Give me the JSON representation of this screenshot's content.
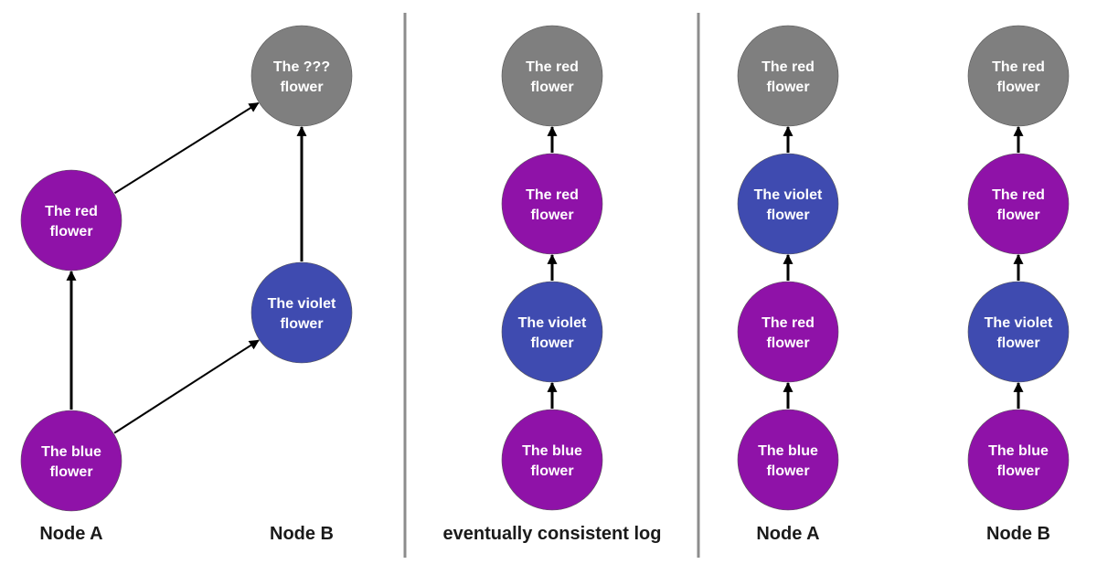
{
  "colors": {
    "gray": "#7f7f7f",
    "purple": "#8f12a8",
    "blue": "#3f4bb0",
    "edge": "#000000",
    "divider": "#8c8c8c"
  },
  "panels": [
    {
      "nodes": {
        "a_blue": {
          "lines": [
            "The blue",
            "flower"
          ],
          "color": "purple"
        },
        "a_red": {
          "lines": [
            "The red",
            "flower"
          ],
          "color": "purple"
        },
        "b_violet": {
          "lines": [
            "The violet",
            "flower"
          ],
          "color": "blue"
        },
        "b_unknown": {
          "lines": [
            "The ???",
            "flower"
          ],
          "color": "gray"
        }
      },
      "captions": [
        "Node A",
        "Node B"
      ]
    },
    {
      "nodes": {
        "log_red_top": {
          "lines": [
            "The red",
            "flower"
          ],
          "color": "gray"
        },
        "log_red": {
          "lines": [
            "The red",
            "flower"
          ],
          "color": "purple"
        },
        "log_violet": {
          "lines": [
            "The violet",
            "flower"
          ],
          "color": "blue"
        },
        "log_blue": {
          "lines": [
            "The blue",
            "flower"
          ],
          "color": "purple"
        }
      },
      "captions": [
        "eventually consistent log"
      ]
    },
    {
      "nodes": {
        "na_red_top": {
          "lines": [
            "The red",
            "flower"
          ],
          "color": "gray"
        },
        "na_violet": {
          "lines": [
            "The violet",
            "flower"
          ],
          "color": "blue"
        },
        "na_red": {
          "lines": [
            "The red",
            "flower"
          ],
          "color": "purple"
        },
        "na_blue": {
          "lines": [
            "The blue",
            "flower"
          ],
          "color": "purple"
        },
        "nb_red_top": {
          "lines": [
            "The red",
            "flower"
          ],
          "color": "gray"
        },
        "nb_red": {
          "lines": [
            "The red",
            "flower"
          ],
          "color": "purple"
        },
        "nb_violet": {
          "lines": [
            "The violet",
            "flower"
          ],
          "color": "blue"
        },
        "nb_blue": {
          "lines": [
            "The blue",
            "flower"
          ],
          "color": "purple"
        }
      },
      "captions": [
        "Node A",
        "Node B"
      ]
    }
  ]
}
